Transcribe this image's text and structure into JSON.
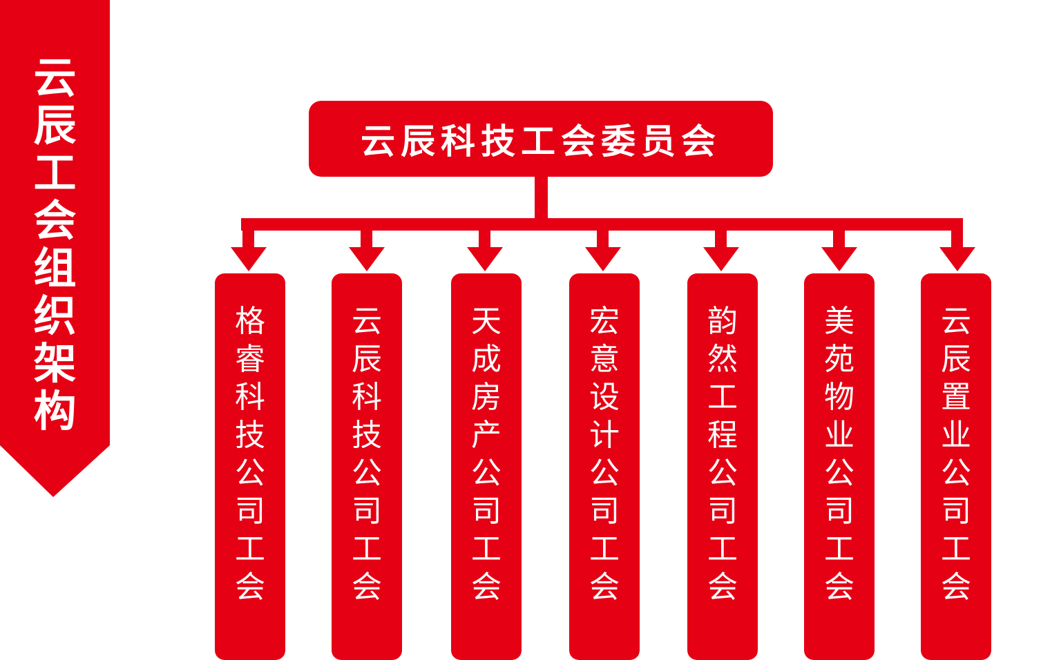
{
  "colors": {
    "primary_red": "#e50014",
    "text": "#ffffff",
    "background": "#ffffff"
  },
  "banner": {
    "title_chars": [
      "云",
      "辰",
      "工",
      "会",
      "组",
      "织",
      "架",
      "构"
    ]
  },
  "root": {
    "label": "云辰科技工会委员会"
  },
  "children": [
    {
      "chars": [
        "格",
        "睿",
        "科",
        "技",
        "公",
        "司",
        "工",
        "会"
      ]
    },
    {
      "chars": [
        "云",
        "辰",
        "科",
        "技",
        "公",
        "司",
        "工",
        "会"
      ]
    },
    {
      "chars": [
        "天",
        "成",
        "房",
        "产",
        "公",
        "司",
        "工",
        "会"
      ]
    },
    {
      "chars": [
        "宏",
        "意",
        "设",
        "计",
        "公",
        "司",
        "工",
        "会"
      ]
    },
    {
      "chars": [
        "韵",
        "然",
        "工",
        "程",
        "公",
        "司",
        "工",
        "会"
      ]
    },
    {
      "chars": [
        "美",
        "苑",
        "物",
        "业",
        "公",
        "司",
        "工",
        "会"
      ]
    },
    {
      "chars": [
        "云",
        "辰",
        "置",
        "业",
        "公",
        "司",
        "工",
        "会"
      ]
    }
  ]
}
